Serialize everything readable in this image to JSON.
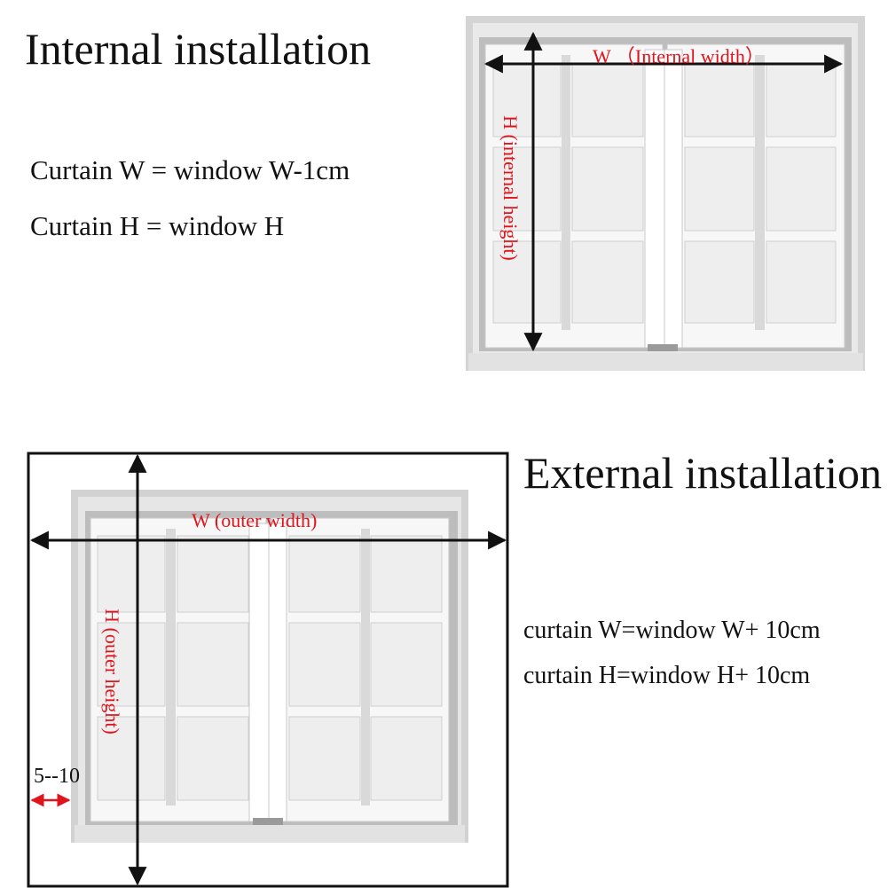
{
  "internal": {
    "title": "Internal installation",
    "formula_w": "Curtain W = window W-1cm",
    "formula_h": "Curtain H = window H",
    "label_w": "W （Internal width）",
    "label_h": "H (internal height)"
  },
  "external": {
    "title": "External installation",
    "formula_w": "curtain W=window W+ 10cm",
    "formula_h": "curtain H=window H+ 10cm",
    "label_w": "W (outer width)",
    "label_h": "H (outer height)",
    "margin_label": "5--10"
  },
  "colors": {
    "label_red": "#e0141c",
    "frame": "#ffffff",
    "glass": "#f3f3f3",
    "wall": "#cfcfcf",
    "arrow": "#111111"
  }
}
